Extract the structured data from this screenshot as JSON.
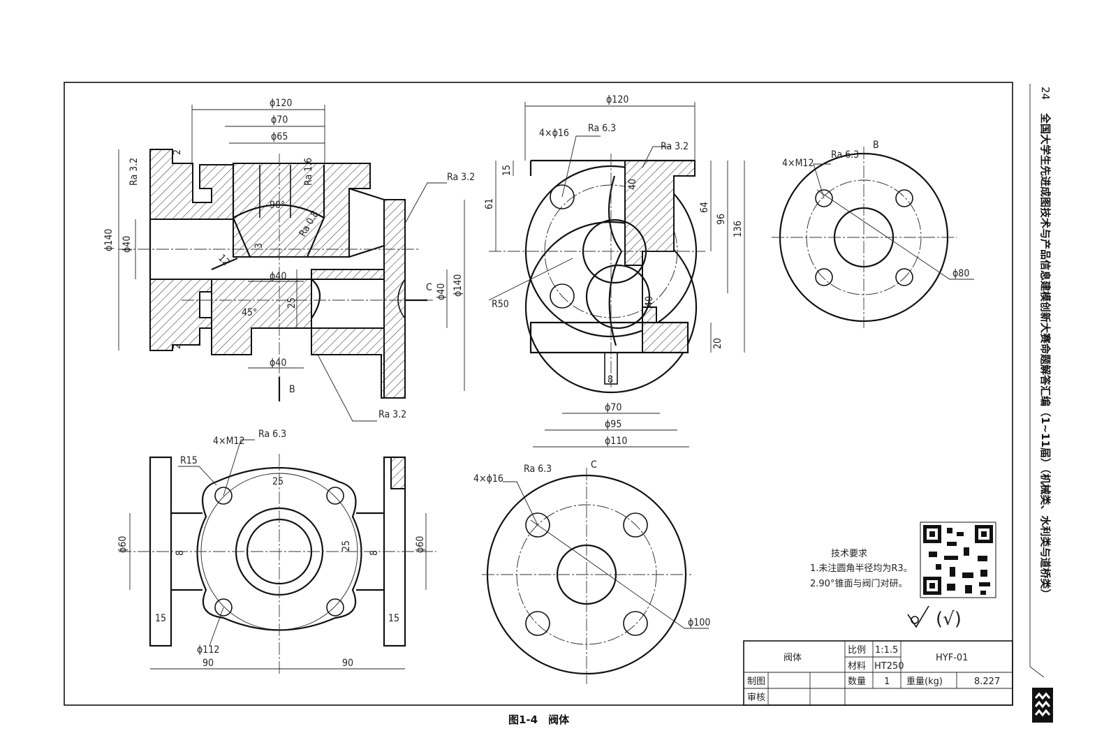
{
  "page_number": "24",
  "side_title": "全国大学生先进成图技术与产品信息建模创新大赛命题解答汇编（1~11届）（机械类、水利类与道桥类）",
  "caption": "图1-4　阀体",
  "front_view": {
    "dims": [
      "ϕ120",
      "ϕ70",
      "ϕ65",
      "ϕ140",
      "ϕ40",
      "ϕ40",
      "ϕ40",
      "ϕ40",
      "ϕ140",
      "2",
      "2",
      "90°",
      "3",
      "12",
      "45°",
      "25",
      "Ra 3.2",
      "Ra 1.6",
      "Ra 0.8",
      "Ra 3.2",
      "Ra 3.2"
    ],
    "section_arrow_b": "B",
    "section_arrow_c": "C"
  },
  "side_view": {
    "dims": [
      "ϕ120",
      "4×ϕ16",
      "Ra 6.3",
      "Ra 3.2",
      "15",
      "61",
      "40",
      "64",
      "96",
      "136",
      "R50",
      "40",
      "20",
      "8",
      "ϕ70",
      "ϕ95",
      "ϕ110"
    ]
  },
  "view_b": {
    "label": "B",
    "dims": [
      "4×M12",
      "Ra 6.3",
      "ϕ80"
    ]
  },
  "top_view": {
    "dims": [
      "4×M12",
      "Ra 6.3",
      "R15",
      "25",
      "25",
      "ϕ60",
      "8",
      "8",
      "ϕ60",
      "15",
      "15",
      "ϕ112",
      "90",
      "90"
    ]
  },
  "view_c": {
    "label": "C",
    "dims": [
      "4×ϕ16",
      "Ra 6.3",
      "ϕ100"
    ]
  },
  "tech_req": {
    "title": "技术要求",
    "items": [
      "1.未注圆角半径均为R3。",
      "2.90°锥面与阀门对研。"
    ]
  },
  "surface_symbol_text": "(√)",
  "title_block": {
    "part_name": "阀体",
    "scale_label": "比例",
    "scale_value": "1:1.5",
    "material_label": "材料",
    "material_value": "HT250",
    "drawing_no": "HYF-01",
    "drawn_label": "制图",
    "checked_label": "审核",
    "qty_label": "数量",
    "qty_value": "1",
    "weight_label": "重量(kg)",
    "weight_value": "8.227"
  }
}
